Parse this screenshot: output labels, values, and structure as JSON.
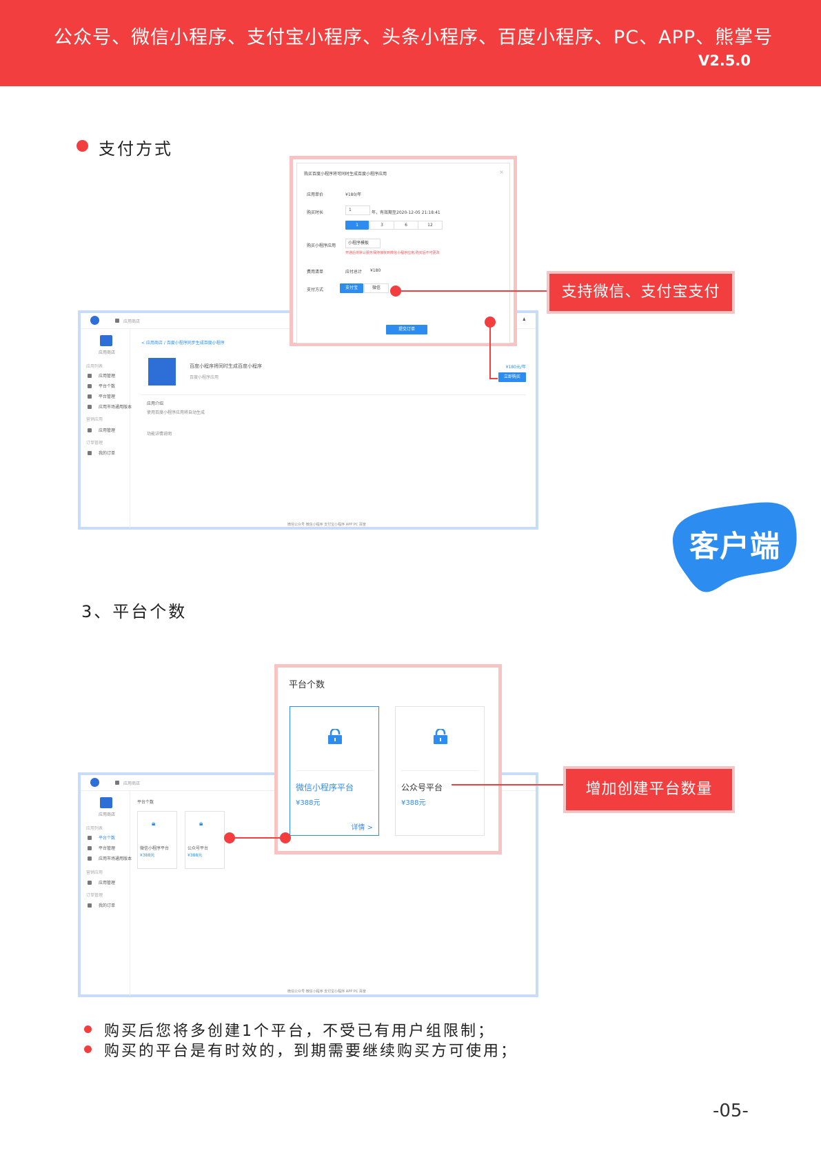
{
  "header": {
    "title": "公众号、微信小程序、支付宝小程序、头条小程序、百度小程序、PC、APP、熊掌号",
    "version": "V2.5.0"
  },
  "section_payment": {
    "heading": "支付方式",
    "callout": "支持微信、支付宝支付",
    "modal": {
      "title": "购买百度小程序将可同时生成百度小程序应用",
      "price_label": "应用单价",
      "price_value": "¥180/年",
      "duration_label": "购买时长",
      "duration_value": "1",
      "duration_note": "年，有效期至2020-12-05 21:18:41",
      "duration_options": [
        "1",
        "3",
        "6",
        "12"
      ],
      "app_label": "购买小程序应用",
      "app_select": "小程序模板",
      "app_hint": "开通后将默认服务保持接收到微信小程序应用,购买后不可更改",
      "cost_label": "费用清单",
      "cost_value_label": "应付总计",
      "cost_value": "¥180",
      "method_label": "支付方式",
      "method_options": [
        "支付宝",
        "微信"
      ],
      "submit": "提交订单"
    },
    "screen": {
      "breadcrumb": "应用商店",
      "crumb2": "< 应用商店 / 百度小程序同步生成百度小程序",
      "product_title": "百度小程序将同时生成百度小程序",
      "product_sub": "百度小程序应用",
      "product_price": "¥180元/年",
      "buy_button": "立即购买",
      "desc_title": "应用介绍",
      "desc_text": "使用百度小程序应用将自动生成",
      "desc_extra": "功能详情说明",
      "nav": [
        "应用商店",
        "应用列表",
        "应用管理",
        "平台个数",
        "平台管理",
        "应用市场通用版本",
        "营销应用",
        "应用管理",
        "订单管理",
        "我的订单"
      ],
      "footer": "微信公众号  微信小程序  支付宝小程序  APP  PC  百度"
    }
  },
  "badge": {
    "label": "客户端"
  },
  "section_platform": {
    "heading": "3、平台个数",
    "callout": "增加创建平台数量",
    "panel_title": "平台个数",
    "cards": [
      {
        "name": "微信小程序平台",
        "price": "¥388元",
        "detail": "详情 >"
      },
      {
        "name": "公众号平台",
        "price": "¥388元"
      }
    ],
    "screen": {
      "breadcrumb": "应用商店",
      "section": "平台个数",
      "mini_cards": [
        {
          "name": "微信小程序平台",
          "price": "¥388元"
        },
        {
          "name": "公众号平台",
          "price": "¥388元"
        }
      ],
      "nav": [
        "应用商店",
        "应用列表",
        "平台个数",
        "平台管理",
        "应用市场通用版本",
        "营销应用",
        "应用管理",
        "订单管理",
        "我的订单"
      ],
      "footer": "微信公众号  微信小程序  支付宝小程序  APP  PC  百度"
    }
  },
  "bullets": [
    "购买后您将多创建1个平台，不受已有用户组限制；",
    "购买的平台是有时效的，到期需要继续购买方可使用；"
  ],
  "page_number": "-05-",
  "colors": {
    "accent": "#f23e3e",
    "blue": "#2d8cf0",
    "frame": "#c6dcf8"
  }
}
